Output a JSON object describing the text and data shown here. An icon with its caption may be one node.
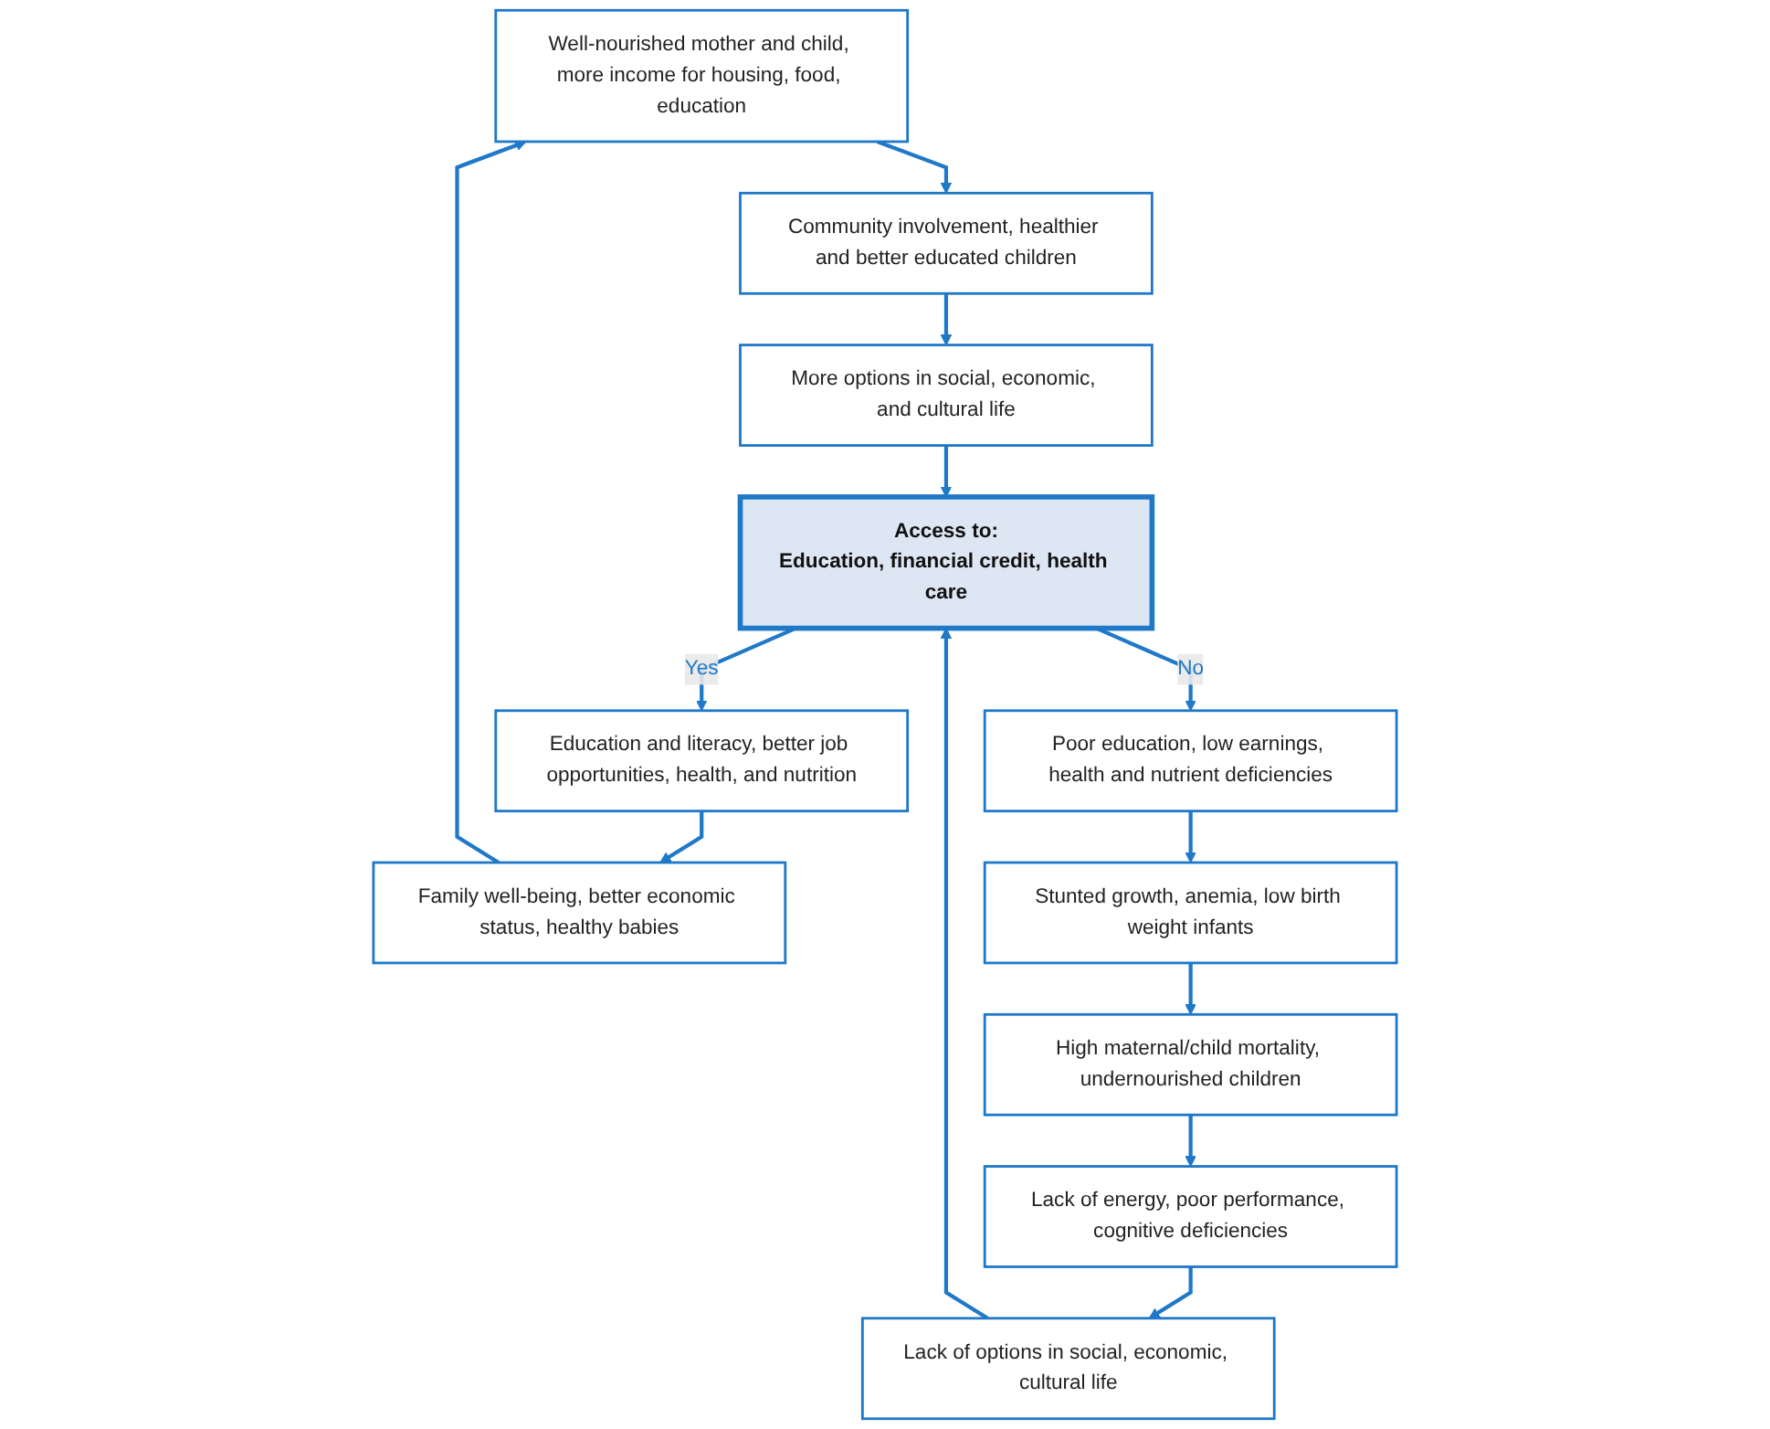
{
  "diagram": {
    "nodes": [
      {
        "text": [
          "Well-nourished mother and child, more income for housing, food, education"
        ]
      },
      {
        "text": [
          "Community involvement, healthier and better educated children"
        ]
      },
      {
        "text": [
          "Family well-being, better economic status, healthy babies"
        ]
      },
      {
        "text": [
          "More options in social, economic, and cultural life"
        ]
      },
      {
        "text": [
          "Education and literacy, better job opportunities, health, and nutrition"
        ]
      },
      {
        "text": [
          "Access to:",
          "Education, financial credit, health care"
        ]
      },
      {
        "text": [
          "Lack of options in social, economic, cultural life"
        ]
      },
      {
        "text": [
          "Poor education, low earnings, health and nutrient deficiencies"
        ]
      },
      {
        "text": [
          "Lack of energy, poor performance, cognitive deficiencies"
        ]
      },
      {
        "text": [
          "Stunted growth, anemia, low birth weight infants"
        ]
      },
      {
        "text": [
          "High maternal/child mortality, undernourished children"
        ]
      }
    ],
    "edges": [
      {
        "from": 0,
        "to": 1,
        "arrow": "to"
      },
      {
        "from": 1,
        "to": 3,
        "arrow": "to"
      },
      {
        "from": 3,
        "to": 5,
        "arrow": "to"
      },
      {
        "from": 5,
        "to": 4,
        "arrow": "to",
        "label": "Yes"
      },
      {
        "from": 4,
        "to": 2,
        "arrow": "to"
      },
      {
        "from": 2,
        "to": 0,
        "arrow": "to"
      },
      {
        "from": 5,
        "to": 7,
        "arrow": "to",
        "label": "No"
      },
      {
        "from": 7,
        "to": 9,
        "arrow": "to"
      },
      {
        "from": 9,
        "to": 10,
        "arrow": "to"
      },
      {
        "from": 10,
        "to": 8,
        "arrow": "to"
      },
      {
        "from": 8,
        "to": 6,
        "arrow": "to"
      },
      {
        "from": 6,
        "to": 5,
        "arrow": "to"
      }
    ]
  }
}
